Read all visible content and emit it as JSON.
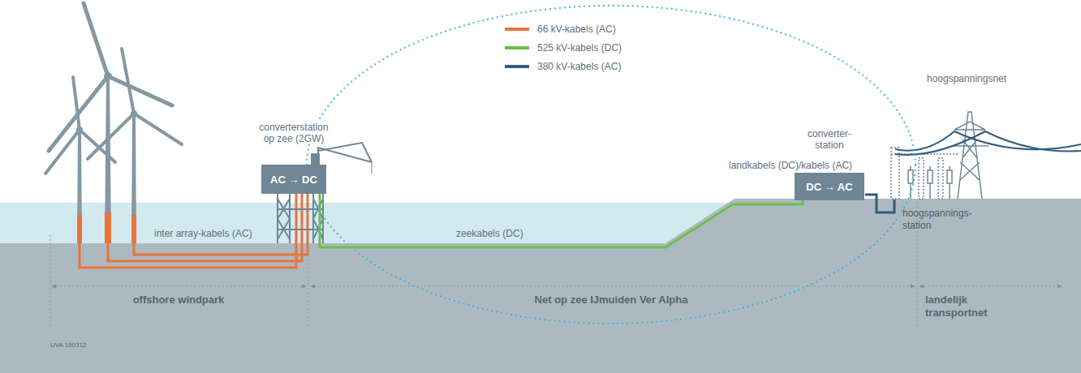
{
  "diagram": {
    "nodes": [
      {
        "text": [
          "converterstation op zee (2GW)",
          "AC → DC"
        ]
      },
      {
        "text": [
          "converter- station",
          "DC → AC"
        ]
      }
    ],
    "edges": [
      {
        "from": 0,
        "to": 1,
        "arrow": "none",
        "label": "zeekabels (DC)"
      }
    ],
    "labels": [
      "inter array-kabels (AC)",
      "landkabels (DC)/kabels (AC)",
      "hoogspanningsnet",
      "hoogspannings- station",
      "offshore windpark",
      "Net op zee IJmuiden Ver Alpha",
      "landelijk transportnet",
      "UVA 190312"
    ],
    "legend": [
      {
        "text": "66 kV-kabels (AC)",
        "color": "#e8743b"
      },
      {
        "text": "525 kV-kabels (DC)",
        "color": "#6cc04a"
      },
      {
        "text": "380 kV-kabels (AC)",
        "color": "#2f5d7c"
      }
    ]
  }
}
